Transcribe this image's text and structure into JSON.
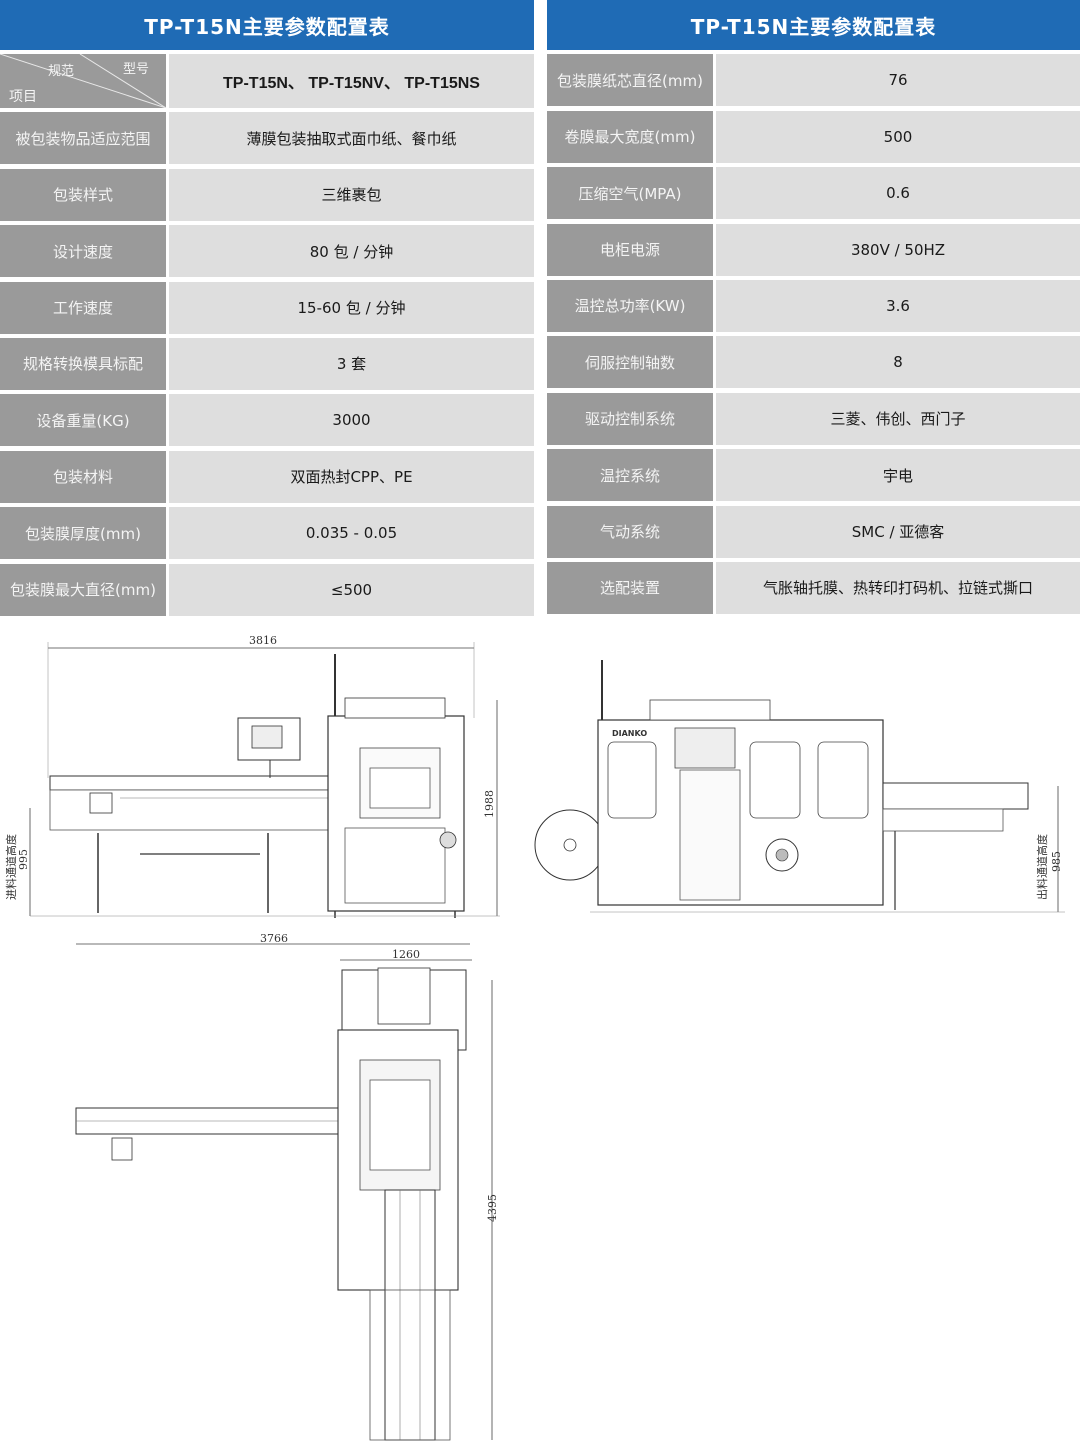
{
  "left_panel": {
    "title": "TP-T15N主要参数配置表",
    "corner": {
      "spec": "规范",
      "model": "型号",
      "item": "项目"
    },
    "models": "TP-T15N、 TP-T15NV、 TP-T15NS",
    "rows": [
      {
        "label": "被包装物品适应范围",
        "value": "薄膜包装抽取式面巾纸、餐巾纸"
      },
      {
        "label": "包装样式",
        "value": "三维裹包"
      },
      {
        "label": "设计速度",
        "value": "80 包 / 分钟"
      },
      {
        "label": "工作速度",
        "value": "15-60 包 / 分钟"
      },
      {
        "label": "规格转换模具标配",
        "value": "3 套"
      },
      {
        "label": "设备重量(KG)",
        "value": "3000"
      },
      {
        "label": "包装材料",
        "value": "双面热封CPP、PE"
      },
      {
        "label": "包装膜厚度(mm)",
        "value": "0.035 - 0.05"
      },
      {
        "label": "包装膜最大直径(mm)",
        "value": "≤500"
      }
    ]
  },
  "right_panel": {
    "title": "TP-T15N主要参数配置表",
    "rows": [
      {
        "label": "包装膜纸芯直径(mm)",
        "value": "76"
      },
      {
        "label": "卷膜最大宽度(mm)",
        "value": "500"
      },
      {
        "label": "压缩空气(MPA)",
        "value": "0.6"
      },
      {
        "label": "电柜电源",
        "value": "380V / 50HZ"
      },
      {
        "label": "温控总功率(KW)",
        "value": "3.6"
      },
      {
        "label": "伺服控制轴数",
        "value": "8"
      },
      {
        "label": "驱动控制系统",
        "value": "三菱、伟创、西门子"
      },
      {
        "label": "温控系统",
        "value": "宇电"
      },
      {
        "label": "气动系统",
        "value": "SMC / 亚德客"
      },
      {
        "label": "选配装置",
        "value": "气胀轴托膜、热转印打码机、拉链式撕口"
      }
    ]
  },
  "drawings": {
    "front": {
      "width_dim": "3816",
      "height_dim": "1988",
      "infeed_label": "进料通道高度",
      "infeed_dim": "995"
    },
    "side": {
      "outfeed_label": "出料通道高度",
      "outfeed_dim": "985",
      "brand": "DIANKO"
    },
    "top": {
      "width_dim": "3766",
      "inner_dim": "1260",
      "length_dim": "4395"
    }
  },
  "colors": {
    "header": "#1f6bb5",
    "label_bg": "#9a9a9a",
    "value_bg": "#dedede"
  }
}
